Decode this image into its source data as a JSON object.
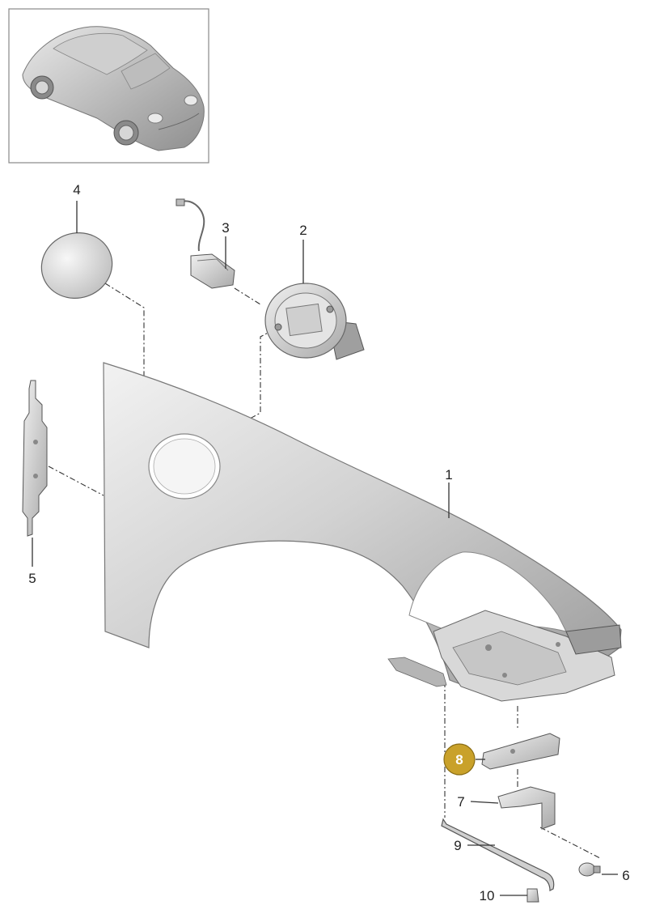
{
  "diagram": {
    "overview": {
      "icon": "car-overview-icon"
    },
    "parts": [
      {
        "id": "fender",
        "number": "1"
      },
      {
        "id": "fuel-filler-housing",
        "number": "2"
      },
      {
        "id": "flap-actuator",
        "number": "3"
      },
      {
        "id": "fuel-flap",
        "number": "4"
      },
      {
        "id": "mounting-bracket",
        "number": "5"
      },
      {
        "id": "rivet",
        "number": "6"
      },
      {
        "id": "support-bracket",
        "number": "7"
      },
      {
        "id": "bracket-plate",
        "number": "8",
        "highlighted": true
      },
      {
        "id": "strut-bar",
        "number": "9"
      },
      {
        "id": "clip",
        "number": "10"
      }
    ],
    "highlight_color": "#c9a12a"
  }
}
